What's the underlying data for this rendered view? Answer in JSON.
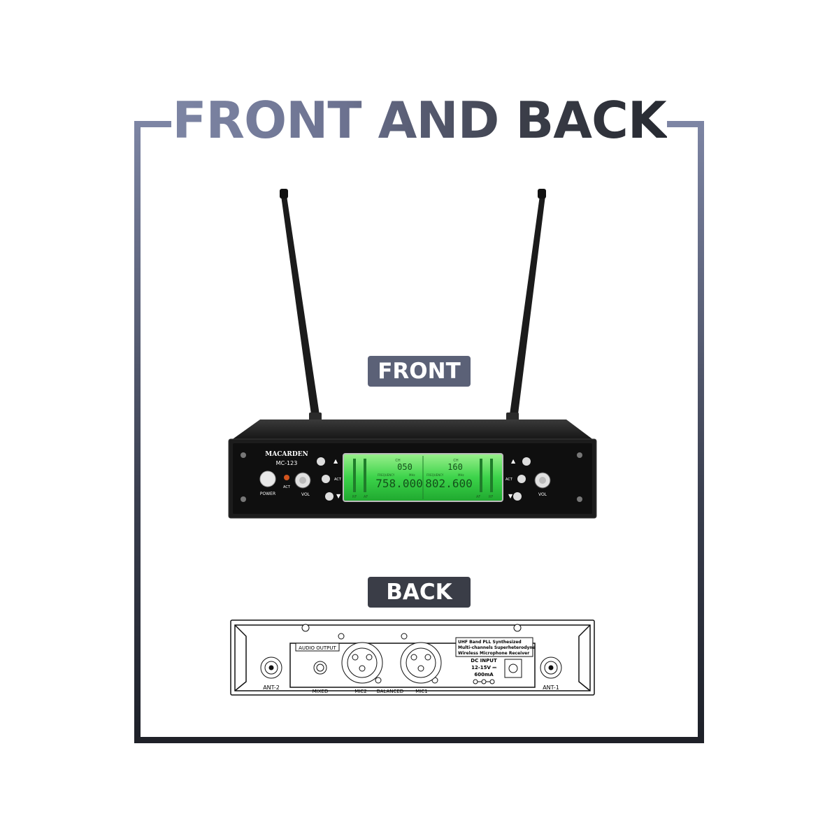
{
  "title": "FRONT AND BACK",
  "badges": {
    "front": "FRONT",
    "back": "BACK"
  },
  "front_panel": {
    "brand": "MACARDEN",
    "model": "MC-123",
    "power_label": "POWER",
    "act_label": "ACT",
    "vol_label": "VOL",
    "ch_label": "CH",
    "frequency_label": "FREQUENCY",
    "mhz_label": "MHz",
    "channel_1": "050",
    "channel_2": "160",
    "frequency_1": "758.000",
    "frequency_2": "802.600",
    "rf_label": "RF",
    "af_label": "AF",
    "up_arrow": "▲",
    "down_arrow": "▼"
  },
  "back_panel": {
    "audio_output": "AUDIO OUTPUT",
    "mixed": "MIXED",
    "mic2": "MIC2",
    "balanced": "BALANCED",
    "mic1": "MIC1",
    "ant2": "ANT-2",
    "ant1": "ANT-1",
    "spec_line_1": "UHF Band PLL Synthesized",
    "spec_line_2": "Multi-channels Superheterodyne",
    "spec_line_3": "Wireless Microphone Receiver",
    "dc_input": "DC INPUT",
    "voltage": "12-15V ⎓",
    "current": "600mA"
  },
  "colors": {
    "frame_light": "#7d85a4",
    "frame_dark": "#1f2128",
    "lcd": "#3cd34a"
  }
}
